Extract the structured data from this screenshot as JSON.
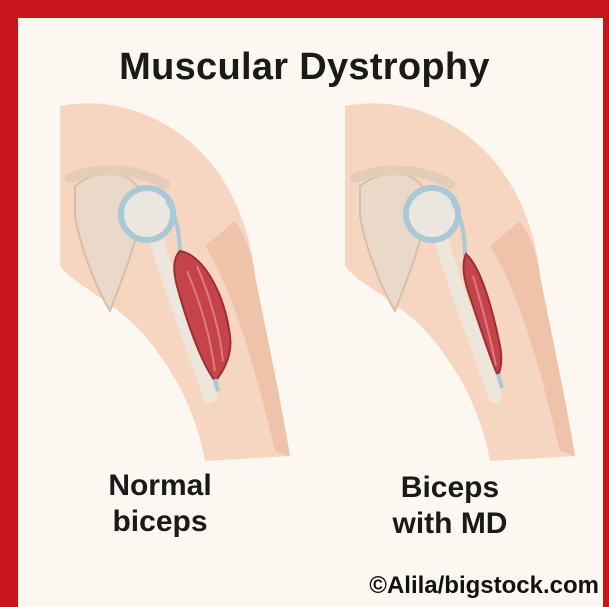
{
  "title": "Muscular Dystrophy",
  "left_caption": {
    "line1": "Normal",
    "line2": "biceps"
  },
  "right_caption": {
    "line1": "Biceps",
    "line2": "with MD"
  },
  "credit": "©Alila/bigstock.com",
  "colors": {
    "frame": "#c8151b",
    "background": "#fdf7f2",
    "skin": "#f5d2bd",
    "muscle": "#c4444a",
    "bone": "#e9e4dc",
    "cartilage": "#a9c9d6"
  }
}
